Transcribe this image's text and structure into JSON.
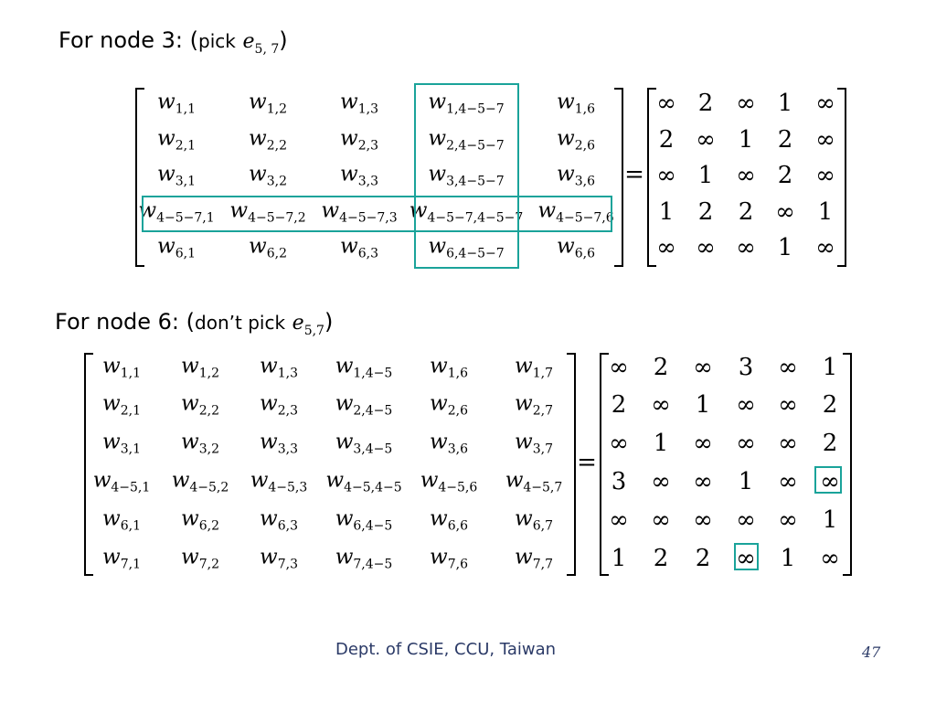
{
  "node3": {
    "heading_prefix": "For node 3:",
    "open_paren": "(",
    "pick_text": "pick",
    "edge_var": "e",
    "edge_sub": "5, 7",
    "close_paren": ")",
    "w_matrix": [
      [
        "1,1",
        "1,2",
        "1,3",
        "1,4−5−7",
        "1,6"
      ],
      [
        "2,1",
        "2,2",
        "2,3",
        "2,4−5−7",
        "2,6"
      ],
      [
        "3,1",
        "3,2",
        "3,3",
        "3,4−5−7",
        "3,6"
      ],
      [
        "4−5−7,1",
        "4−5−7,2",
        "4−5−7,3",
        "4−5−7,4−5−7",
        "4−5−7,6"
      ],
      [
        "6,1",
        "6,2",
        "6,3",
        "6,4−5−7",
        "6,6"
      ]
    ],
    "value_matrix": [
      [
        "∞",
        "2",
        "∞",
        "1",
        "∞"
      ],
      [
        "2",
        "∞",
        "1",
        "2",
        "∞"
      ],
      [
        "∞",
        "1",
        "∞",
        "2",
        "∞"
      ],
      [
        "1",
        "2",
        "2",
        "∞",
        "1"
      ],
      [
        "∞",
        "∞",
        "∞",
        "1",
        "∞"
      ]
    ],
    "equals": "="
  },
  "node6": {
    "heading_prefix": "For node 6:",
    "open_paren": "(",
    "pick_text": "don’t pick",
    "edge_var": "e",
    "edge_sub": "5,7",
    "close_paren": ")",
    "w_matrix": [
      [
        "1,1",
        "1,2",
        "1,3",
        "1,4−5",
        "1,6",
        "1,7"
      ],
      [
        "2,1",
        "2,2",
        "2,3",
        "2,4−5",
        "2,6",
        "2,7"
      ],
      [
        "3,1",
        "3,2",
        "3,3",
        "3,4−5",
        "3,6",
        "3,7"
      ],
      [
        "4−5,1",
        "4−5,2",
        "4−5,3",
        "4−5,4−5",
        "4−5,6",
        "4−5,7"
      ],
      [
        "6,1",
        "6,2",
        "6,3",
        "6,4−5",
        "6,6",
        "6,7"
      ],
      [
        "7,1",
        "7,2",
        "7,3",
        "7,4−5",
        "7,6",
        "7,7"
      ]
    ],
    "value_matrix": [
      [
        "∞",
        "2",
        "∞",
        "3",
        "∞",
        "1"
      ],
      [
        "2",
        "∞",
        "1",
        "∞",
        "∞",
        "2"
      ],
      [
        "∞",
        "1",
        "∞",
        "∞",
        "∞",
        "2"
      ],
      [
        "3",
        "∞",
        "∞",
        "1",
        "∞",
        "∞"
      ],
      [
        "∞",
        "∞",
        "∞",
        "∞",
        "∞",
        "1"
      ],
      [
        "1",
        "2",
        "2",
        "∞",
        "1",
        "∞"
      ]
    ],
    "equals": "="
  },
  "highlight_color": "#1aa39a",
  "footer": "Dept. of CSIE, CCU, Taiwan",
  "page_number": "47"
}
